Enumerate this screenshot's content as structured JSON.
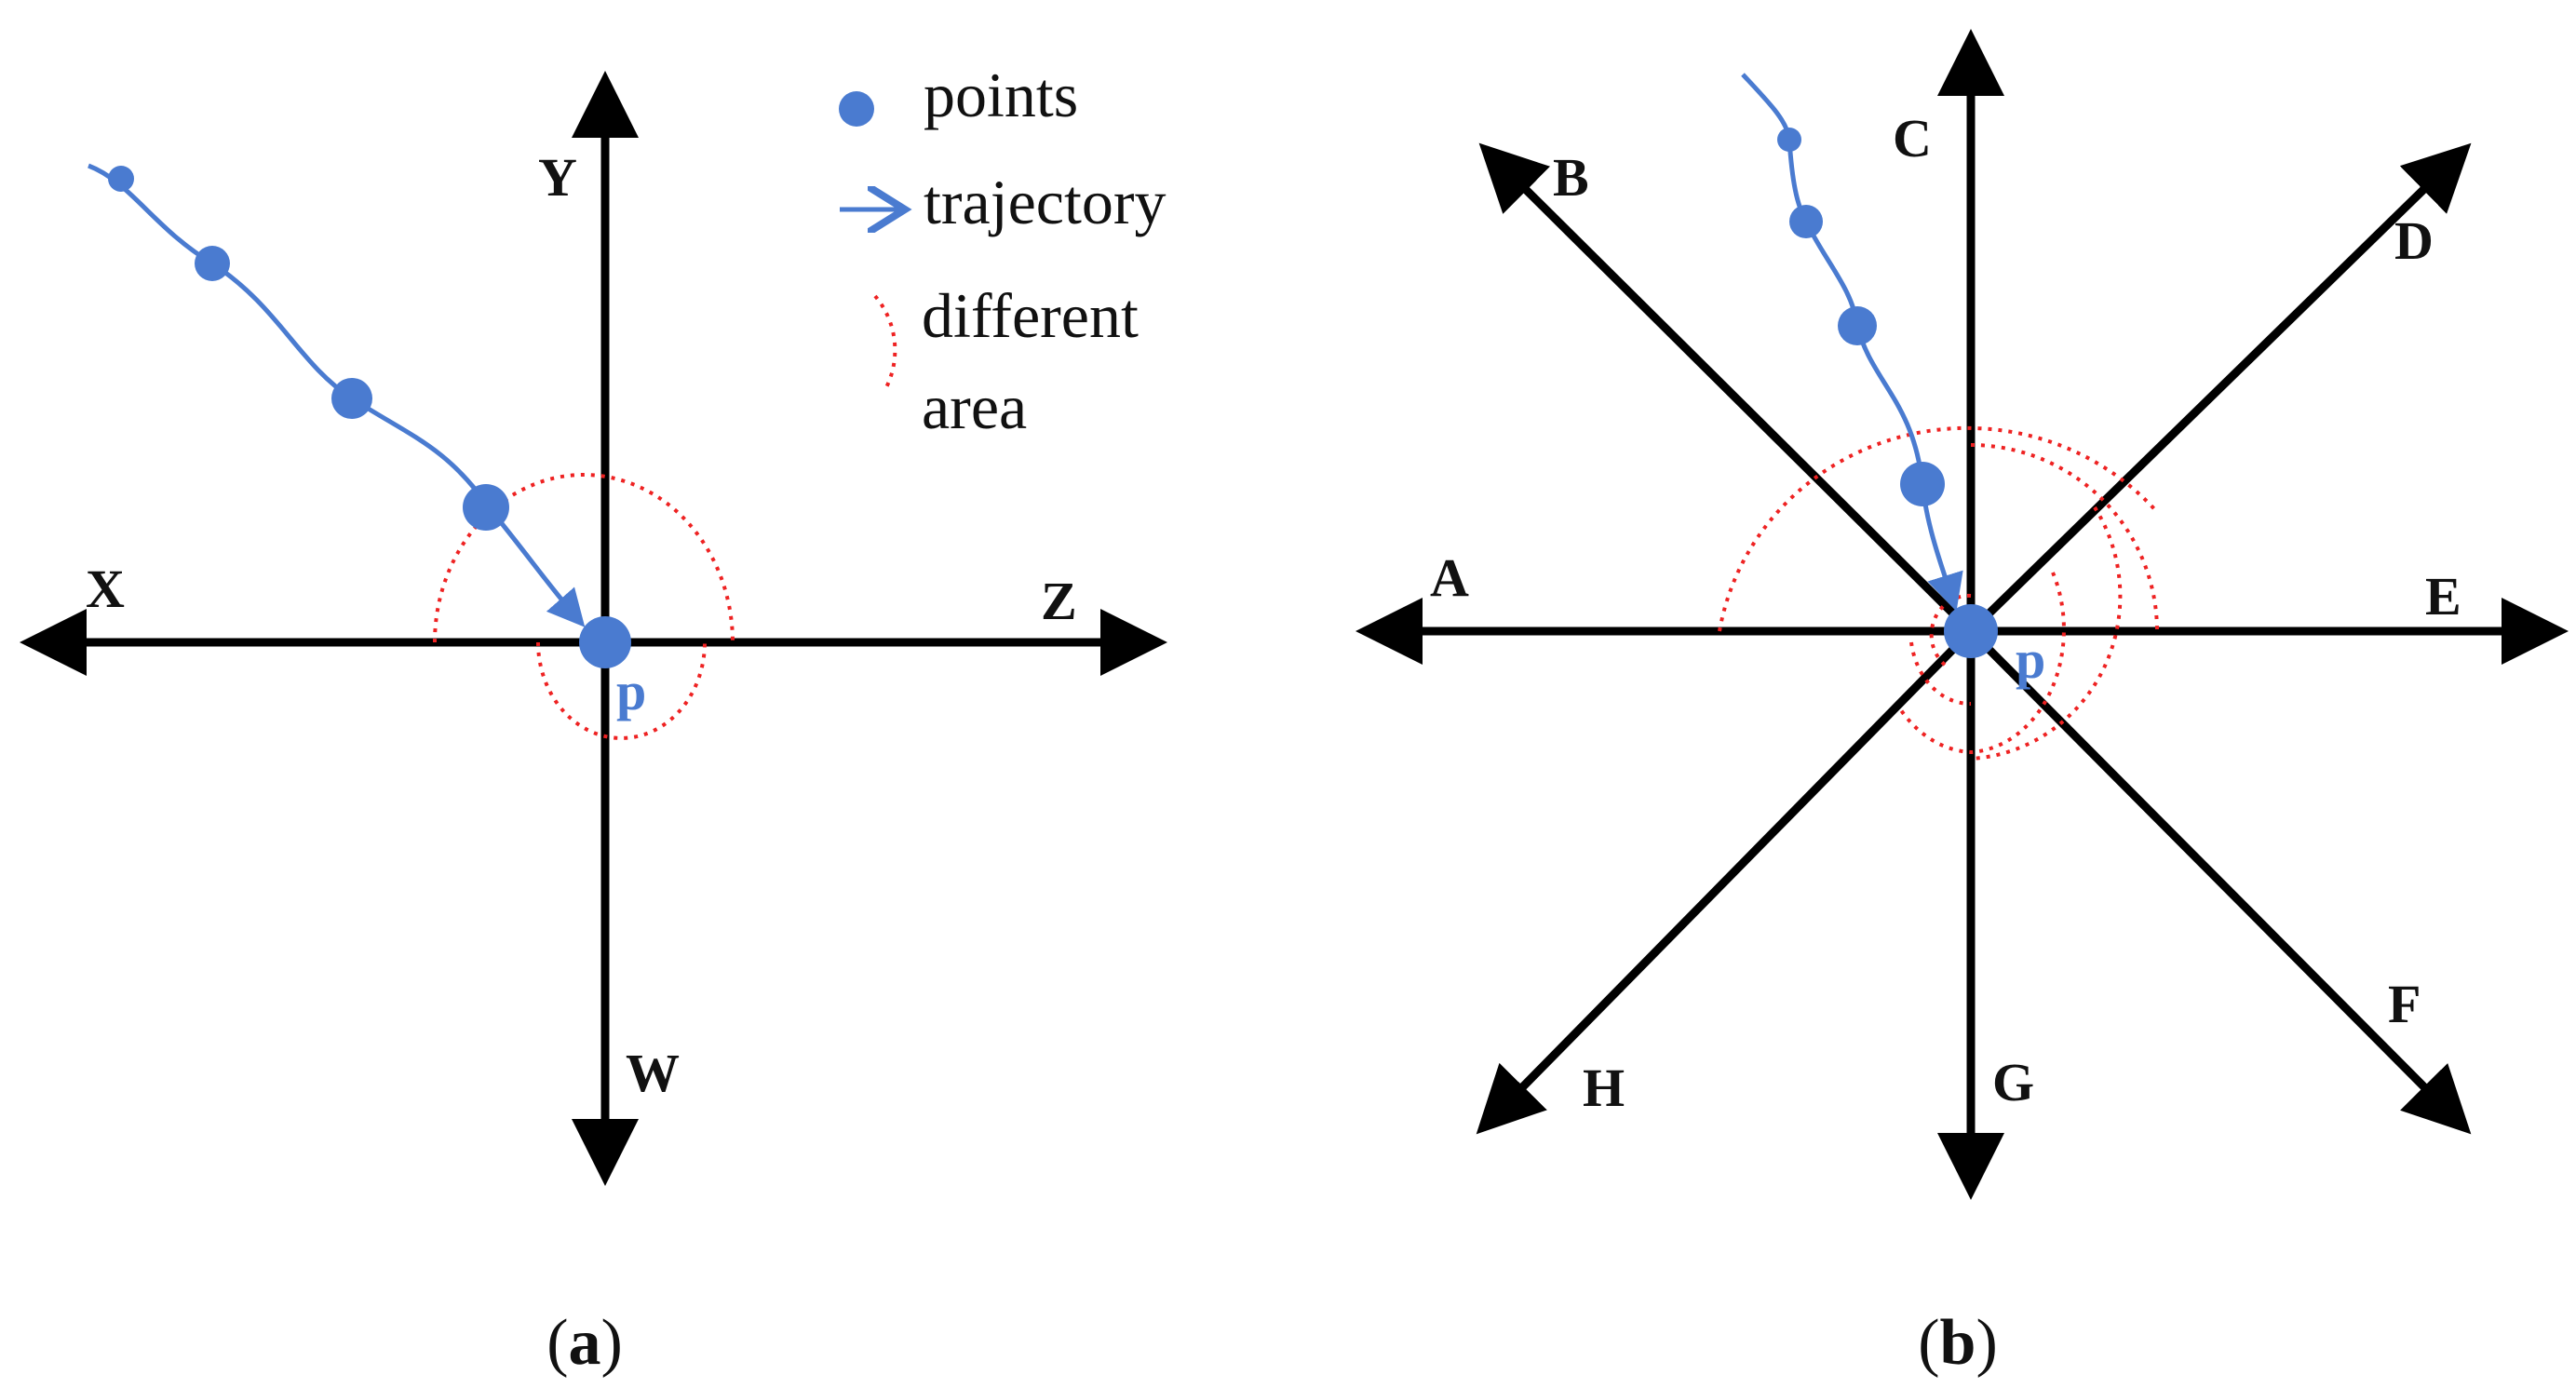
{
  "colors": {
    "axis": "#000000",
    "trajectory": "#4a7bd0",
    "area": "#ee2222",
    "text": "#111111"
  },
  "legend": {
    "points_label": "points",
    "trajectory_label": "trajectory",
    "area_label_line1": "different",
    "area_label_line2": "area"
  },
  "panel_a": {
    "caption_open": "(",
    "caption_letter": "a",
    "caption_close": ")",
    "axes": {
      "top": "Y",
      "left": "X",
      "right": "Z",
      "bottom": "W"
    },
    "point_label": "p"
  },
  "panel_b": {
    "caption_open": "(",
    "caption_letter": "b",
    "caption_close": ")",
    "axes": {
      "a": "A",
      "b": "B",
      "c": "C",
      "d": "D",
      "e": "E",
      "f": "F",
      "g": "G",
      "h": "H"
    },
    "point_label": "p"
  }
}
